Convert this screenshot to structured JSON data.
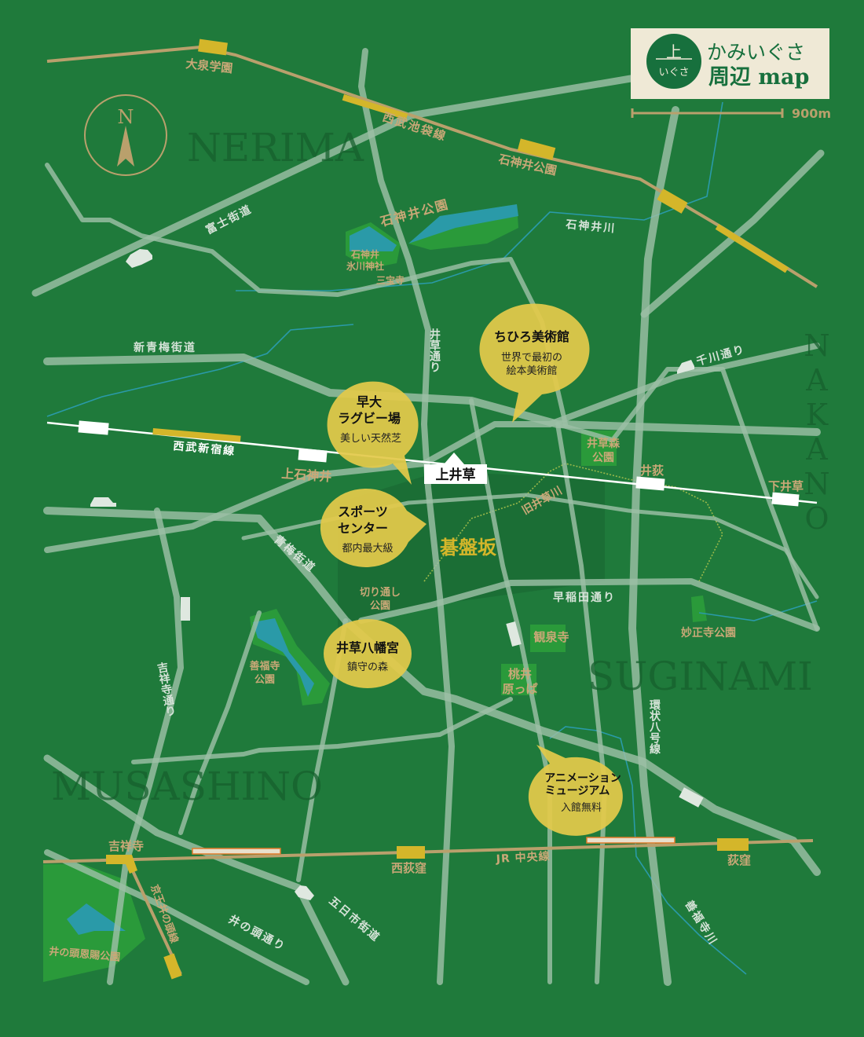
{
  "logo": {
    "mark_top": "上",
    "mark_bottom": "いぐさ",
    "title_line1": "かみいぐさ",
    "title_line2": "周辺 map"
  },
  "scale": {
    "label": "900m"
  },
  "compass": {
    "label": "N"
  },
  "wards": {
    "nerima": "NERIMA",
    "suginami": "SUGINAMI",
    "musashino": "MUSASHINO",
    "nakano": "NAKANO"
  },
  "stations": {
    "oizumigakuen": "大泉学園",
    "shakujiikoen": "石神井公園",
    "kamishakujii": "上石神井",
    "kamiigusa": "上井草",
    "iogi": "井荻",
    "shimoigusa": "下井草",
    "kichijoji": "吉祥寺",
    "nishiogikubo": "西荻窪",
    "ogikubo": "荻窪"
  },
  "lines": {
    "seibu_ikebukuro": "西武池袋線",
    "seibu_shinjuku": "西武新宿線",
    "jr_chuo": "JR 中央線",
    "keio_inokashira": "京王井の頭線"
  },
  "roads": {
    "fuji": "富士街道",
    "shin_ome": "新青梅街道",
    "igusa": "井草通り",
    "senkawa": "千川通り",
    "ome": "青梅街道",
    "waseda": "早稲田通り",
    "kichijoji": "吉祥寺通り",
    "kanpachi": "環状八号線",
    "itsukaichi": "五日市街道",
    "inokashira": "井の頭通り"
  },
  "rivers": {
    "shakujii": "石神井川",
    "kyu_igusa": "旧井草川",
    "zenpukuji": "善福寺川"
  },
  "places": {
    "shakujii_park": "石神井公園",
    "hikawa_1": "石神井",
    "hikawa_2": "氷川神社",
    "sanpoji": "三宝寺",
    "igusamori_1": "井草森",
    "igusamori_2": "公園",
    "kiridoshi_1": "切り通し",
    "kiridoshi_2": "公園",
    "zenpukuji_1": "善福寺",
    "zenpukuji_2": "公園",
    "kansenji": "観泉寺",
    "momoi_1": "桃井",
    "momoi_2": "原っぱ",
    "myoshoji": "妙正寺公園",
    "inokashira_park": "井の頭恩賜公園",
    "gobanzaka": "碁盤坂"
  },
  "bubbles": {
    "chihiro": {
      "title": "ちひろ美術館",
      "sub1": "世界で最初の",
      "sub2": "絵本美術館"
    },
    "rugby": {
      "title1": "早大",
      "title2": "ラグビー場",
      "sub": "美しい天然芝"
    },
    "sports": {
      "title1": "スポーツ",
      "title2": "センター",
      "sub": "都内最大級"
    },
    "hachimangu": {
      "title": "井草八幡宮",
      "sub": "鎮守の森"
    },
    "anime": {
      "title1": "アニメーション",
      "title2": "ミュージアム",
      "sub": "入館無料"
    }
  },
  "colors": {
    "background": "#1f7a3b",
    "road": "#9cbfa6",
    "rail": "#b9a06c",
    "station": "#d4b62a",
    "bubble": "#e3c94a",
    "label": "#c9a877",
    "water": "#2a9aa8",
    "park": "#2a9a3a"
  }
}
